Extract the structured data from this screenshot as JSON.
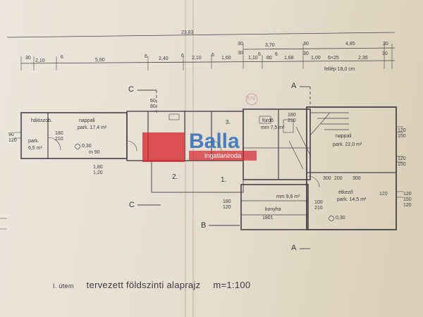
{
  "dimensions": {
    "total": "23,83",
    "top_row": [
      "3,70",
      "4,85"
    ],
    "row_30_left": "30",
    "row_30_a": "30",
    "row_30_b": "30",
    "row_30_c": "30",
    "row_2": [
      "30",
      "2,10",
      "6",
      "5,60",
      "6",
      "2,40",
      "6",
      "2,10",
      "6",
      "1,60",
      "30",
      "1,10",
      "6",
      "80",
      "6",
      "1,68",
      "30",
      "1,00",
      "6×25",
      "2,35",
      "30"
    ],
    "stair_note": "fellép 18,0 cm"
  },
  "rooms": {
    "haloszoba": "hálószob.",
    "park_small": "park.",
    "park_small_area": "6,5 m²",
    "nappali1": "nappali",
    "nappali1_area": "park. 17,4 m²",
    "furdo": "fürdő",
    "furdo_area": "mm 7,5 m²",
    "nappali2": "nappali",
    "nappali2_area": "park. 22,0 m²",
    "etkezo": "étkező",
    "etkezo_area": "park. 14,5 m²",
    "konyha": "konyha",
    "mm_area": "mm 9,6 m²",
    "room_2": "2.",
    "room_1": "1.",
    "room_3": "3."
  },
  "misc_labels": {
    "m90": "m 90",
    "d030a": "0,30",
    "d030b": "0,30",
    "d180a": "1,80",
    "d120a": "1,20",
    "d180b": "180",
    "d120b": "120",
    "d100": "100",
    "d210": "210",
    "d300a": "300",
    "d200": "200",
    "d300b": "300",
    "d120c": "120",
    "d150": "150",
    "d90": "90",
    "d120d": "120",
    "d180c": "180",
    "d210c": "210",
    "d60": "60",
    "d80": "80",
    "d180d": "180",
    "d210d": "210",
    "d120e": "120",
    "d150e": "150",
    "d120f": "120",
    "d120g": "120",
    "d150g": "150",
    "d120h": "120",
    "d570": "570",
    "d180e": "1801"
  },
  "sections": {
    "a_top": "A",
    "a_bottom": "A",
    "b": "B",
    "c_top": "C",
    "c_bottom": "C"
  },
  "title": {
    "phase": "I. ütem",
    "text": "tervezett földszinti alaprajz",
    "scale": "m=1:100"
  },
  "watermark": {
    "brand": "Balla",
    "tagline": "Ingatlaniroda"
  },
  "colors": {
    "ink": "#3d3a44",
    "paper": "#e8e2d5",
    "brand_red": "#d62830",
    "brand_blue": "#2e6cba"
  }
}
